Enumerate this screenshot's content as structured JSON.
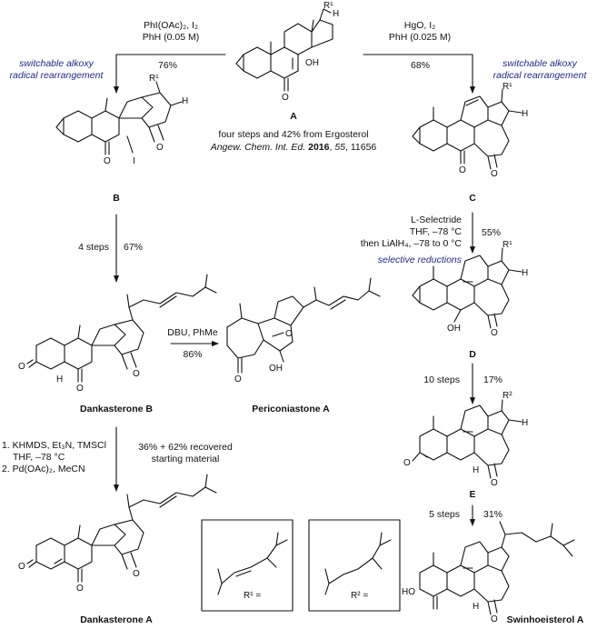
{
  "compounds": {
    "A": "A",
    "B": "B",
    "C": "C",
    "D": "D",
    "E": "E",
    "dank_b": "Dankasterone B",
    "peri_a": "Periconiastone A",
    "dank_a": "Dankasterone A",
    "swin_a": "Swinhoeisterol A"
  },
  "source": {
    "line1": "four steps and 42% from Ergosterol",
    "journal": "Angew. Chem. Int. Ed.",
    "year": "2016",
    "volume": "55",
    "pages": ", 11656"
  },
  "steps": {
    "a_to_b": {
      "reagent1": "PhI(OAc)₂, I₂",
      "reagent2": "PhH (0.05 M)",
      "yield": "76%",
      "note1": "switchable alkoxy",
      "note2": "radical rearrangement"
    },
    "a_to_c": {
      "reagent1": "HgO, I₂",
      "reagent2": "PhH (0.025 M)",
      "yield": "68%",
      "note1": "switchable alkoxy",
      "note2": "radical rearrangement"
    },
    "b_to_dankb": {
      "steps": "4 steps",
      "yield": "67%"
    },
    "dankb_to_peri": {
      "reagent": "DBU, PhMe",
      "yield": "86%"
    },
    "c_to_d": {
      "line1": "L-Selectride",
      "line2": "THF, –78 °C",
      "line3": "then LiAlH₄, –78 to 0 °C",
      "note": "selective reductions",
      "yield": "55%"
    },
    "d_to_e": {
      "steps": "10 steps",
      "yield": "17%"
    },
    "e_to_swin": {
      "steps": "5 steps",
      "yield": "31%"
    },
    "dankb_to_danka": {
      "line1": "1. KHMDS, Et₃N, TMSCl",
      "line2": "THF, –78 °C",
      "line3": "2. Pd(OAc)₂, MeCN",
      "yield_line1": "36% + 62% recovered",
      "yield_line2": "starting material"
    }
  },
  "atoms": {
    "OH": "OH",
    "HO": "HO",
    "H": "H",
    "I": "I",
    "O": "O",
    "R1": "R¹",
    "R2": "R²",
    "R1_def": "R¹ =",
    "R2_def": "R² ="
  },
  "colors": {
    "note": "#1f2a8a",
    "line": "#111111"
  }
}
